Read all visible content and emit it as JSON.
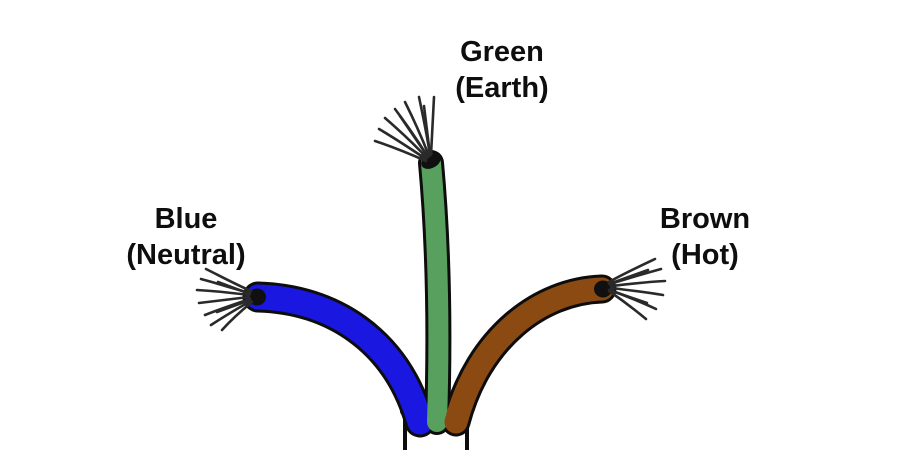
{
  "wires": {
    "blue": {
      "name": "Blue",
      "role": "(Neutral)",
      "color": "#1a17e0"
    },
    "green": {
      "name": "Green",
      "role": "(Earth)",
      "color": "#58a05e"
    },
    "brown": {
      "name": "Brown",
      "role": "(Hot)",
      "color": "#8a4a12"
    }
  },
  "cable": {
    "sheath_fill": "#ffffff",
    "outline_color": "#0d0d0d",
    "opening_fill": "#0c0c0c",
    "strand_color": "#2a2a2a",
    "wire_tip_fill": "#101010"
  },
  "canvas": {
    "background": "#ffffff",
    "text_color": "#0e0e0e"
  }
}
